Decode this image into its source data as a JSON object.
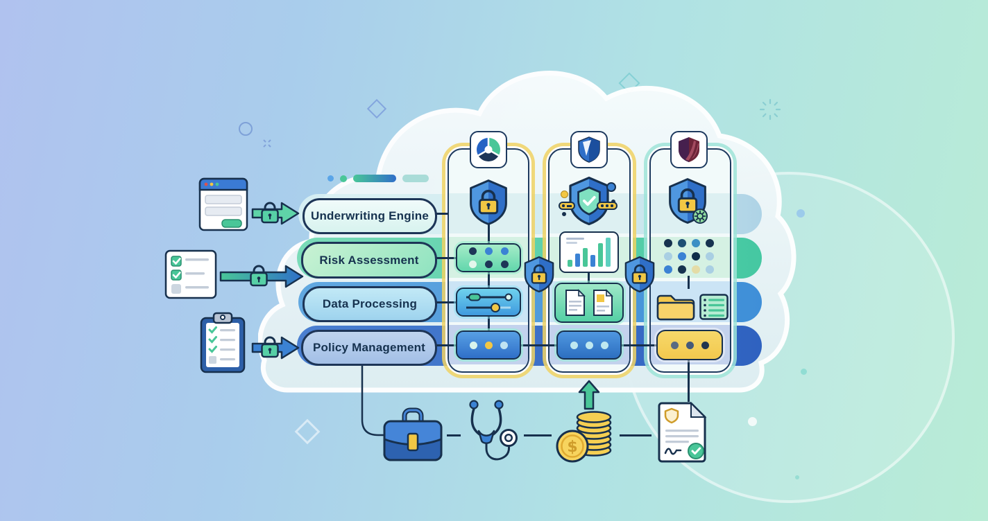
{
  "modules": [
    {
      "label": "Underwriting Engine",
      "band_color": "#aed3e6",
      "pill_color": "#e4f6f4"
    },
    {
      "label": "Risk Assessment",
      "band_color": "#45c8a2",
      "pill_color": "#a9e8c6"
    },
    {
      "label": "Data Processing",
      "band_color": "#3f8fd8",
      "pill_color": "#a9d8f0"
    },
    {
      "label": "Policy Management",
      "band_color": "#2f62c0",
      "pill_color": "#abc4ea"
    }
  ],
  "columns": [
    {
      "name": "platform-1",
      "logo_icon": "trefoil-logo-icon",
      "frame_color": "#f0d264"
    },
    {
      "name": "platform-2",
      "logo_icon": "blue-shield-logo-icon",
      "frame_color": "#f0d264"
    },
    {
      "name": "platform-3",
      "logo_icon": "maroon-shield-logo-icon",
      "frame_color": "#9fe4d8"
    }
  ],
  "icons": {
    "dollar_sign": "$",
    "left_sources": [
      "browser-form-icon",
      "checklist-icon",
      "clipboard-icon"
    ],
    "transfer_arrows": [
      "green-lock-arrow-icon",
      "gradient-lock-arrow-icon",
      "blue-lock-arrow-icon"
    ],
    "row_icons": [
      "shield-lock-icon",
      "shield-check-icon",
      "shield-lock-gear-icon",
      "status-dots-icon",
      "bar-chart-icon",
      "dot-matrix-icon",
      "sliders-icon",
      "documents-icon",
      "folder-icon",
      "list-icon",
      "ellipsis-icon"
    ],
    "bottom_icons": [
      "briefcase-icon",
      "stethoscope-icon",
      "coins-icon",
      "signed-policy-icon",
      "up-arrow-icon"
    ]
  },
  "mini_chart": {
    "bar_heights": [
      10,
      19,
      27,
      17,
      34,
      42
    ]
  },
  "colors": {
    "navy": "#17304d",
    "blue": "#3b82d4",
    "green": "#49c698",
    "yellow": "#f2c744",
    "teal": "#45c8a2",
    "maroon": "#6d2438"
  }
}
